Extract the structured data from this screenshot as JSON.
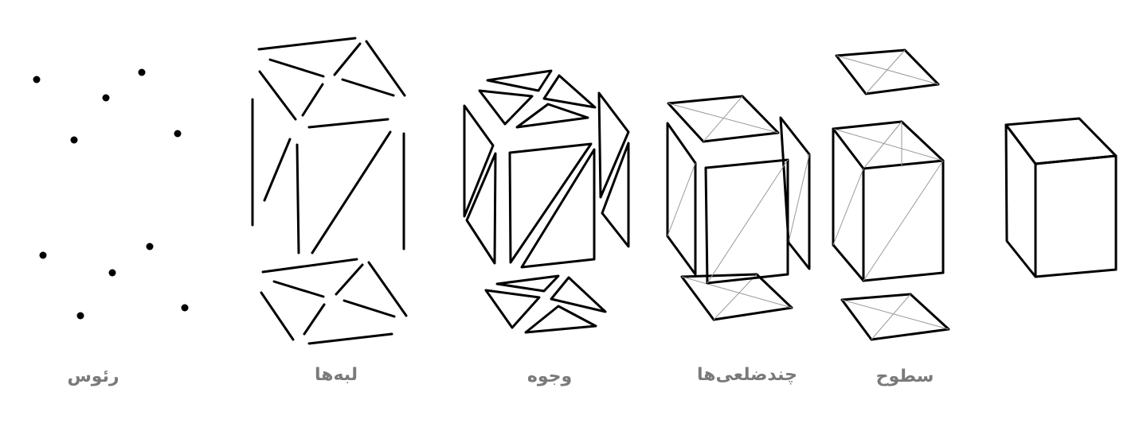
{
  "labels": {
    "vertices": "رئوس",
    "edges": "لبه‌ها",
    "faces": "وجوه",
    "polygons": "چندضلعی‌ها",
    "surfaces": "سطوح"
  },
  "colors": {
    "stroke": "#000000",
    "label": "#7a7a7a",
    "inner": "#9a9a9a"
  }
}
